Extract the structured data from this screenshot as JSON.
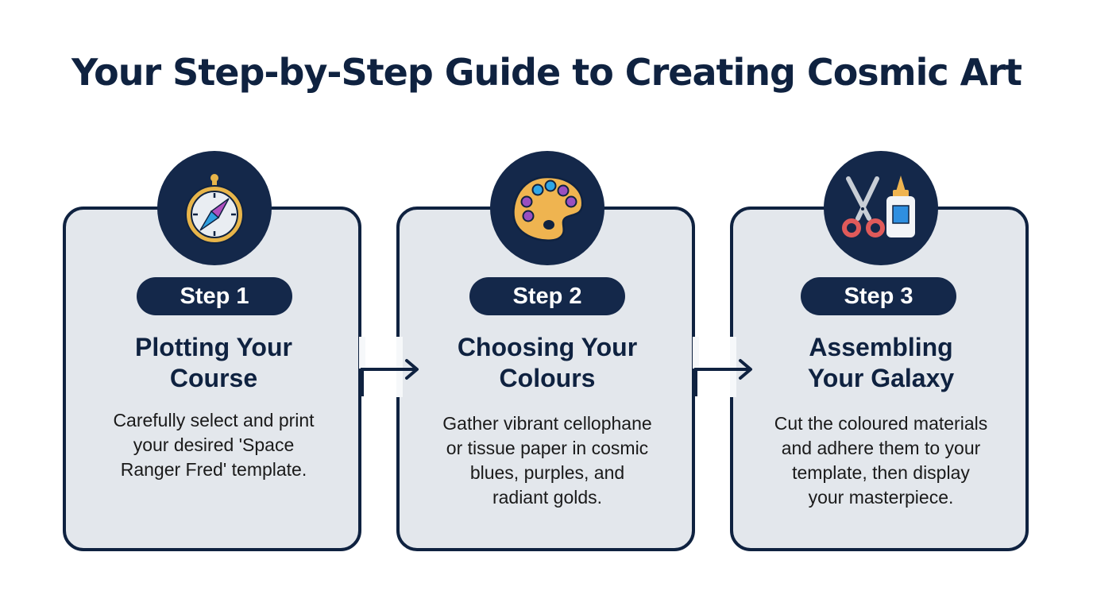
{
  "title": "Your Step-by-Step Guide to Creating Cosmic Art",
  "colors": {
    "navy": "#14284a",
    "card_bg": "#e3e7ec",
    "gold": "#e8b54a",
    "blue": "#2f9fe0",
    "purple": "#9b4fc0",
    "red": "#e05a5a"
  },
  "steps": [
    {
      "badge": "Step 1",
      "heading_line1": "Plotting Your",
      "heading_line2": "Course",
      "icon": "compass-icon",
      "desc": [
        "Carefully select and print",
        "your desired 'Space",
        "Ranger Fred' template."
      ]
    },
    {
      "badge": "Step 2",
      "heading_line1": "Choosing Your",
      "heading_line2": "Colours",
      "icon": "palette-icon",
      "desc": [
        "Gather vibrant cellophane",
        "or tissue paper in cosmic",
        "blues, purples, and",
        "radiant golds."
      ]
    },
    {
      "badge": "Step 3",
      "heading_line1": "Assembling",
      "heading_line2": "Your Galaxy",
      "icon": "scissors-glue-icon",
      "desc": [
        "Cut the coloured materials",
        "and adhere them to your",
        "template, then display",
        "your masterpiece."
      ]
    }
  ]
}
